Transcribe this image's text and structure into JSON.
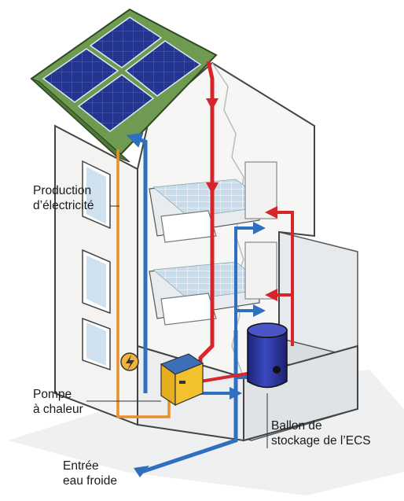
{
  "labels": {
    "production": {
      "line1": "Production",
      "line2": "d’électricité"
    },
    "pompe": {
      "line1": "Pompe",
      "line2": "à chaleur"
    },
    "ballon": {
      "line1": "Ballon de",
      "line2": "stockage de l’ECS"
    },
    "entree": {
      "line1": "Entrée",
      "line2": "eau froide"
    }
  },
  "colors": {
    "hot_water": "#d7262b",
    "cold_water": "#2e6fc0",
    "electric": "#e8902a",
    "solar_panel": "#22338c",
    "roof": "#6f9a52",
    "tank": "#27329a",
    "heat_pump": "#f2c12e"
  },
  "icons": {
    "electric_meter": "lightning-meter-icon",
    "flow_arrow": "arrow-icon"
  }
}
